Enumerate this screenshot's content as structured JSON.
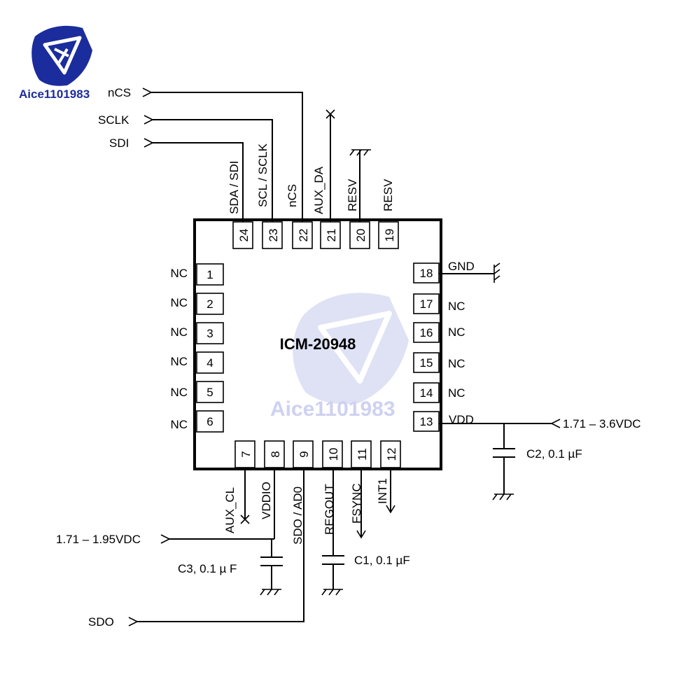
{
  "brand": {
    "text": "Aice1101983",
    "color": "#1b2c9c",
    "watermark_color": "#c9cdf0"
  },
  "chip": {
    "name": "ICM-20948"
  },
  "pins": {
    "p1": {
      "num": "1",
      "label": "NC"
    },
    "p2": {
      "num": "2",
      "label": "NC"
    },
    "p3": {
      "num": "3",
      "label": "NC"
    },
    "p4": {
      "num": "4",
      "label": "NC"
    },
    "p5": {
      "num": "5",
      "label": "NC"
    },
    "p6": {
      "num": "6",
      "label": "NC"
    },
    "p7": {
      "num": "7",
      "label": "AUX_CL"
    },
    "p8": {
      "num": "8",
      "label": "VDDIO"
    },
    "p9": {
      "num": "9",
      "label": "SDO / AD0"
    },
    "p10": {
      "num": "10",
      "label": "REGOUT"
    },
    "p11": {
      "num": "11",
      "label": "FSYNC"
    },
    "p12": {
      "num": "12",
      "label": "INT1"
    },
    "p13": {
      "num": "13",
      "label": "VDD"
    },
    "p14": {
      "num": "14",
      "label": "NC"
    },
    "p15": {
      "num": "15",
      "label": "NC"
    },
    "p16": {
      "num": "16",
      "label": "NC"
    },
    "p17": {
      "num": "17",
      "label": "NC"
    },
    "p18": {
      "num": "18",
      "label": "GND"
    },
    "p19": {
      "num": "19",
      "label": "RESV"
    },
    "p20": {
      "num": "20",
      "label": "RESV"
    },
    "p21": {
      "num": "21",
      "label": "AUX_DA"
    },
    "p22": {
      "num": "22",
      "label": "nCS"
    },
    "p23": {
      "num": "23",
      "label": "SCL / SCLK"
    },
    "p24": {
      "num": "24",
      "label": "SDA / SDI"
    }
  },
  "signals": {
    "ncs": "nCS",
    "sclk": "SCLK",
    "sdi": "SDI",
    "sdo": "SDO"
  },
  "supplies": {
    "vdd": "1.71 – 3.6VDC",
    "vddio": "1.71 – 1.95VDC"
  },
  "capacitors": {
    "c1": "C1, 0.1 µF",
    "c2": "C2, 0.1 µF",
    "c3": "C3, 0.1 µ F"
  }
}
